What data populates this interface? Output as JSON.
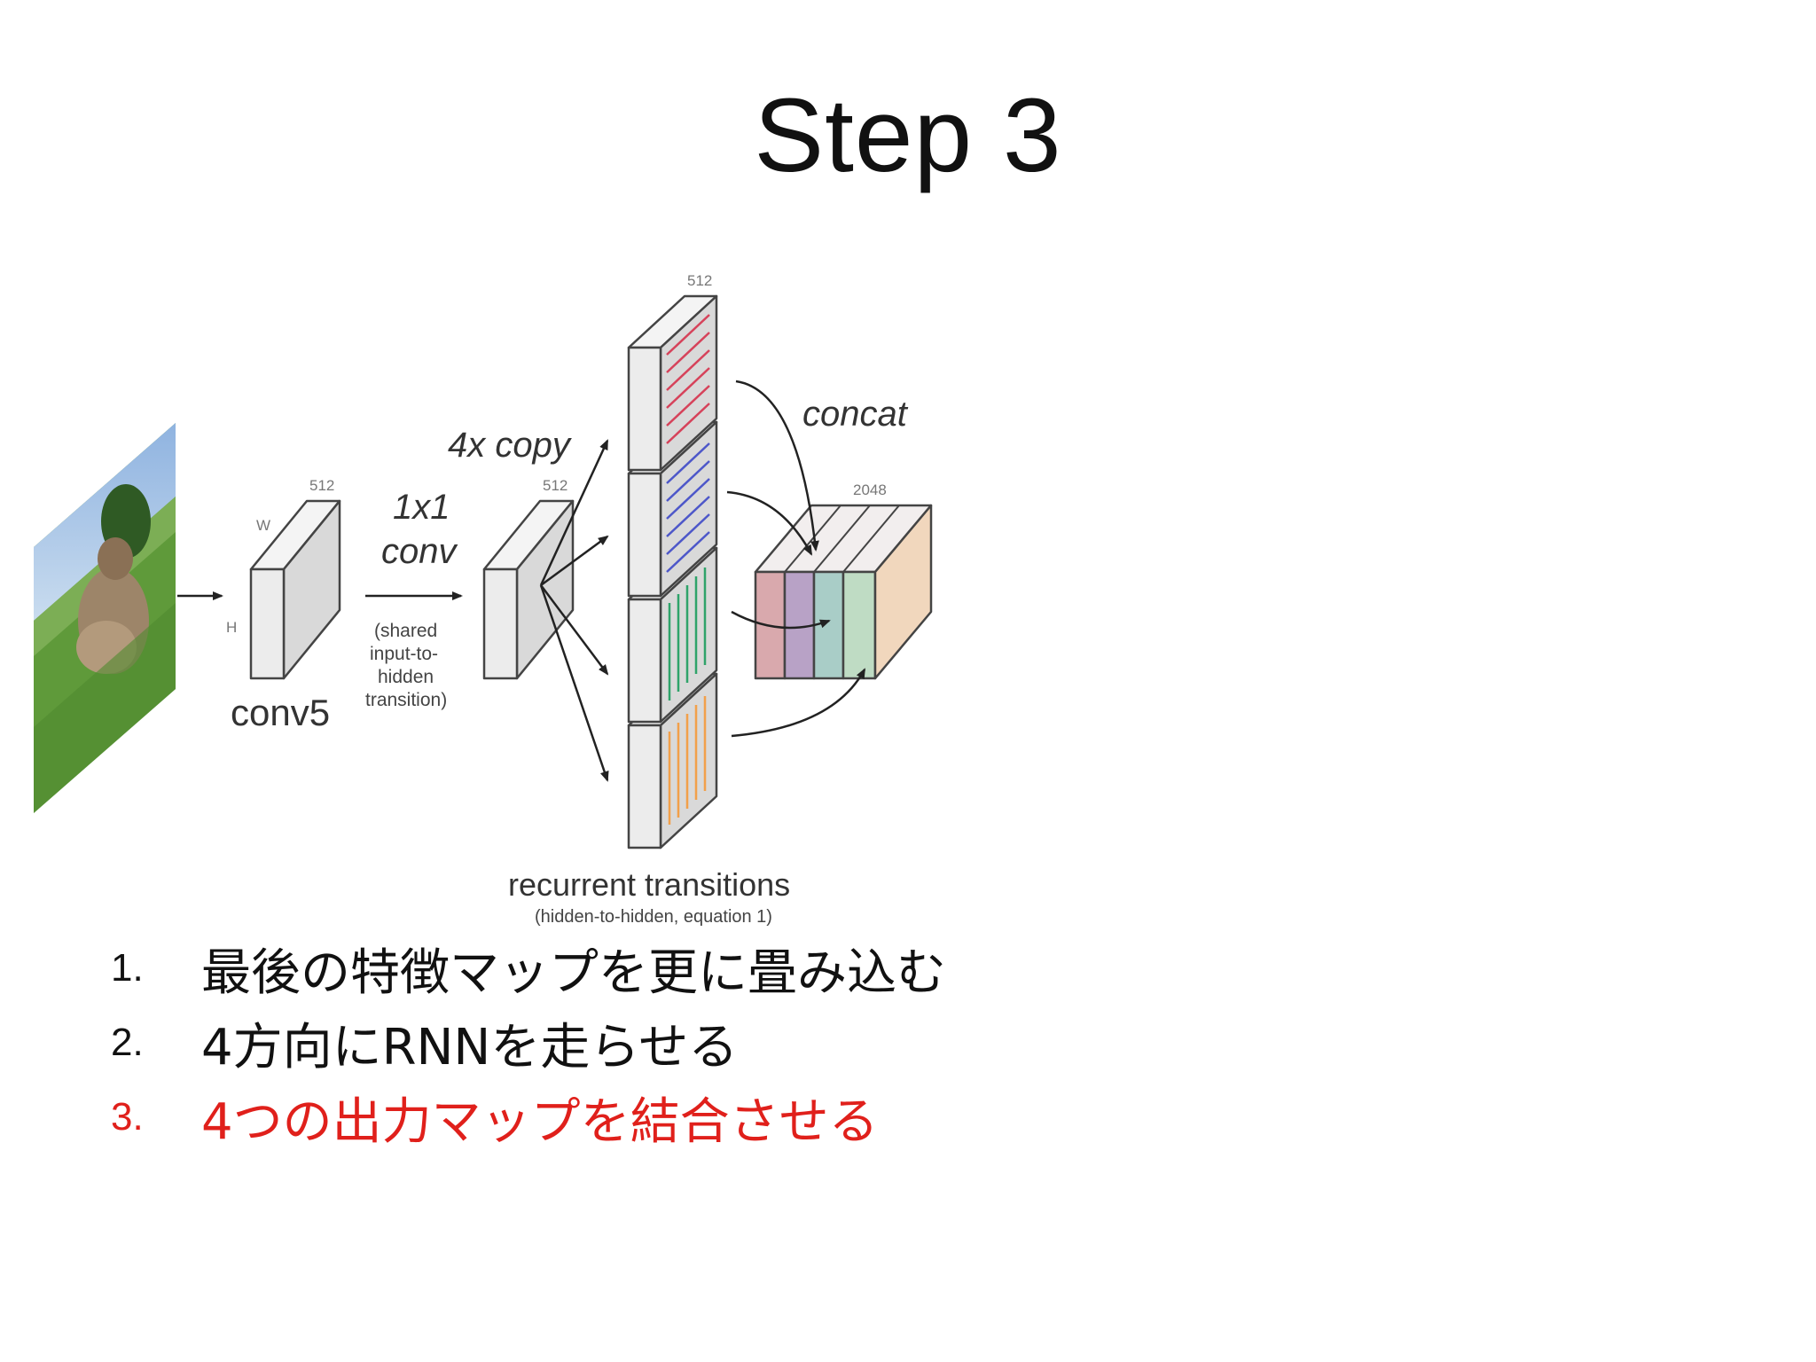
{
  "slide": {
    "title": "Step 3"
  },
  "diagram": {
    "labels": {
      "w": "W",
      "h": "H",
      "conv5_dim": "512",
      "conv5": "conv5",
      "conv1x1_line1": "1x1",
      "conv1x1_line2": "conv",
      "shared": [
        "(shared",
        "input-to-",
        "hidden",
        "transition)"
      ],
      "copy": "4x copy",
      "copy_dim": "512",
      "stack_dim": "512",
      "concat": "concat",
      "concat_dim": "2048",
      "recurrent": "recurrent transitions",
      "recurrent_sub": "(hidden-to-hidden, equation 1)"
    },
    "colors": {
      "red": "#d6425a",
      "blue": "#4d57c9",
      "green": "#2fa36a",
      "orange": "#f2a04a",
      "concat_fills": [
        "#d9a9ad",
        "#b8a2c6",
        "#a9cdc7",
        "#bfdcc4",
        "#f1d7bd"
      ]
    }
  },
  "steps": [
    {
      "num": "1.",
      "text": "最後の特徴マップを更に畳み込む",
      "highlight": false
    },
    {
      "num": "2.",
      "text": "4方向にRNNを走らせる",
      "highlight": false
    },
    {
      "num": "3.",
      "text": "4つの出力マップを結合させる",
      "highlight": true
    }
  ]
}
